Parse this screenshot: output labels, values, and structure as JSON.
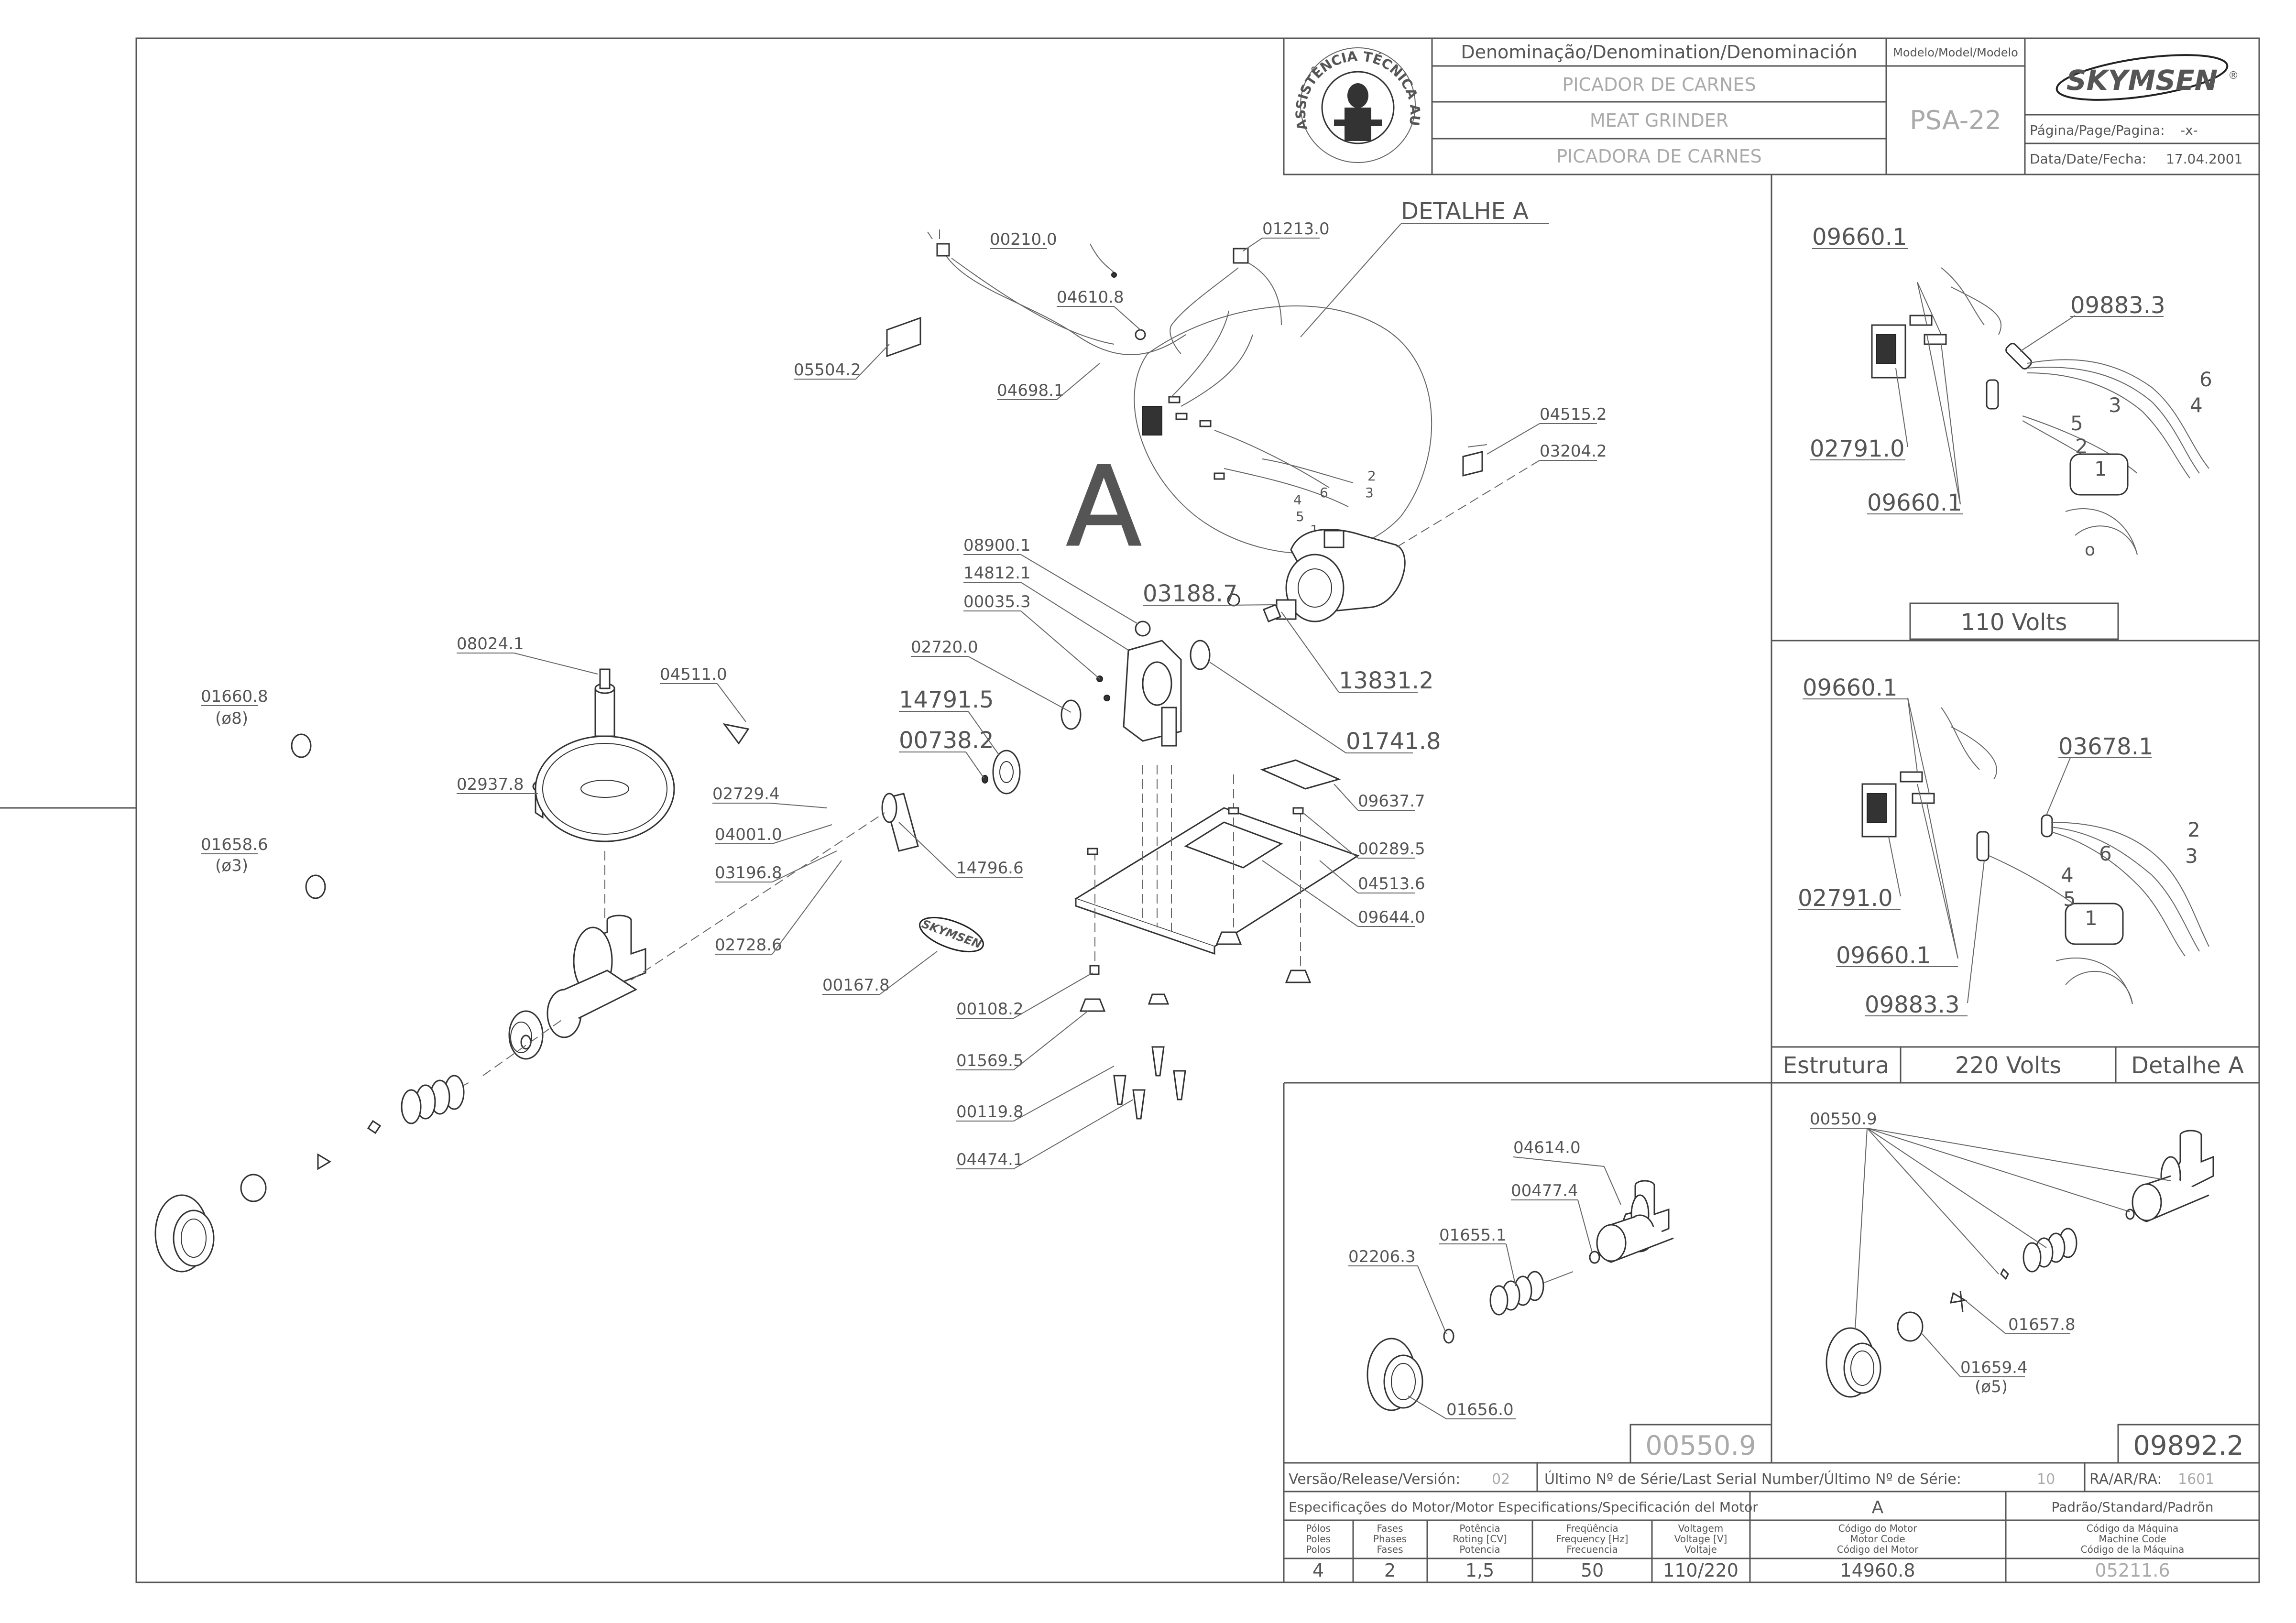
{
  "header": {
    "denomination_label": "Denominação/Denomination/Denominación",
    "names": [
      "PICADOR DE CARNES",
      "MEAT GRINDER",
      "PICADORA DE CARNES"
    ],
    "model_label": "Modelo/Model/Modelo",
    "model": "PSA-22",
    "brand": "SKYMSEN",
    "brand_mark": "®",
    "page_label": "Página/Page/Pagina:",
    "page_value": "-x-",
    "date_label": "Data/Date/Fecha:",
    "date_value": "17.04.2001",
    "seal_text": "ASSISTÊNCIA TÉCNICA AUTORIZADA"
  },
  "main_parts": [
    "00210.0",
    "01213.0",
    "04610.8",
    "05504.2",
    "04698.1",
    "04515.2",
    "03204.2",
    "08900.1",
    "14812.1",
    "00035.3",
    "03188.7",
    "02720.0",
    "13831.2",
    "14791.5",
    "00738.2",
    "01741.8",
    "09637.7",
    "08024.1",
    "04511.0",
    "02729.4",
    "04001.0",
    "03196.8",
    "14796.6",
    "02728.6",
    "02937.8",
    "00289.5",
    "04513.6",
    "09644.0",
    "01660.8",
    "01658.6",
    "00167.8",
    "00108.2",
    "01569.5",
    "00119.8",
    "04474.1"
  ],
  "diameters": [
    "(ø8)",
    "(ø3)"
  ],
  "detail_title": "DETALHE A",
  "detail_letter": "A",
  "wire_numbers": [
    "1",
    "2",
    "3",
    "4",
    "5",
    "6"
  ],
  "box_110": {
    "title": "110 Volts",
    "parts": [
      "09660.1",
      "09883.3",
      "02791.0",
      "09660.1"
    ]
  },
  "box_220": {
    "parts": [
      "09660.1",
      "03678.1",
      "02791.0",
      "09660.1",
      "09883.3"
    ],
    "footer": [
      "Estrutura",
      "220 Volts",
      "Detalhe A"
    ]
  },
  "box_00550": {
    "parts": [
      "04614.0",
      "00477.4",
      "01655.1",
      "02206.3",
      "01656.0"
    ],
    "code": "00550.9"
  },
  "box_09892": {
    "parts": [
      "00550.9",
      "01657.8",
      "01659.4"
    ],
    "diameter": "(ø5)",
    "code": "09892.2"
  },
  "footer": {
    "release_label": "Versão/Release/Versión:",
    "release_value": "02",
    "serial_label": "Último Nº de Série/Last Serial Number/Último Nº de Série:",
    "serial_value": "10",
    "ra_label": "RA/AR/RA:",
    "ra_value": "1601",
    "motor_spec_label": "Especificações do Motor/Motor Especifications/Specificación del Motor",
    "motor_group": "A",
    "standard_label": "Padrão/Standard/Padrõn",
    "columns": [
      {
        "h": [
          "Pólos",
          "Poles",
          "Polos"
        ],
        "v": "4"
      },
      {
        "h": [
          "Fases",
          "Phases",
          "Fases"
        ],
        "v": "2"
      },
      {
        "h": [
          "Potência",
          "Roting [CV]",
          "Potencia"
        ],
        "v": "1,5"
      },
      {
        "h": [
          "Freqüência",
          "Frequency [Hz]",
          "Frecuencia"
        ],
        "v": "50"
      },
      {
        "h": [
          "Voltagem",
          "Voltage [V]",
          "Voltaje"
        ],
        "v": "110/220"
      },
      {
        "h": [
          "Código do Motor",
          "Motor Code",
          "Código del Motor"
        ],
        "v": "14960.8"
      },
      {
        "h": [
          "Código da Máquina",
          "Machine Code",
          "Código de la Máquina"
        ],
        "v": "05211.6"
      }
    ]
  }
}
